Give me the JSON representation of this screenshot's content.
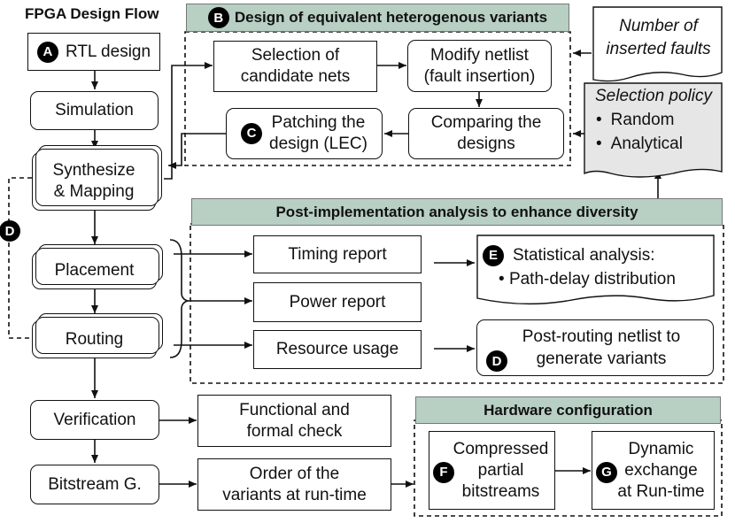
{
  "title": "FPGA Design Flow",
  "flow": {
    "rtl": {
      "badge": "A",
      "label": "RTL design"
    },
    "simulation": "Simulation",
    "synthesize": "Synthesize\n& Mapping",
    "placement": "Placement",
    "routing": "Routing",
    "verification": "Verification",
    "bitstream": "Bitstream G.",
    "loop_badge": "D"
  },
  "variants": {
    "badge": "B",
    "header": "Design of equivalent heterogenous variants",
    "selection": "Selection of\ncandidate nets",
    "modify": "Modify netlist\n(fault insertion)",
    "compare": "Comparing the\ndesigns",
    "patch_badge": "C",
    "patch": "Patching the\ndesign (LEC)"
  },
  "inputs": {
    "faults": "Number of\ninserted faults",
    "policy_title": "Selection policy",
    "policy_items": [
      "Random",
      "Analytical"
    ]
  },
  "analysis": {
    "header": "Post-implementation analysis to enhance diversity",
    "timing": "Timing report",
    "power": "Power report",
    "resource": "Resource usage",
    "stat_badge": "E",
    "stat_title": "Statistical analysis:",
    "stat_item": "Path-delay distribution",
    "netlist_badge": "D",
    "netlist": "Post-routing netlist to\ngenerate variants"
  },
  "checks": {
    "functional": "Functional and\nformal check",
    "order": "Order of the\nvariants at run-time"
  },
  "hardware": {
    "header": "Hardware configuration",
    "compressed_badge": "F",
    "compressed": "Compressed\npartial\nbitstreams",
    "dynamic_badge": "G",
    "dynamic": "Dynamic\nexchange\nat Run-time"
  }
}
